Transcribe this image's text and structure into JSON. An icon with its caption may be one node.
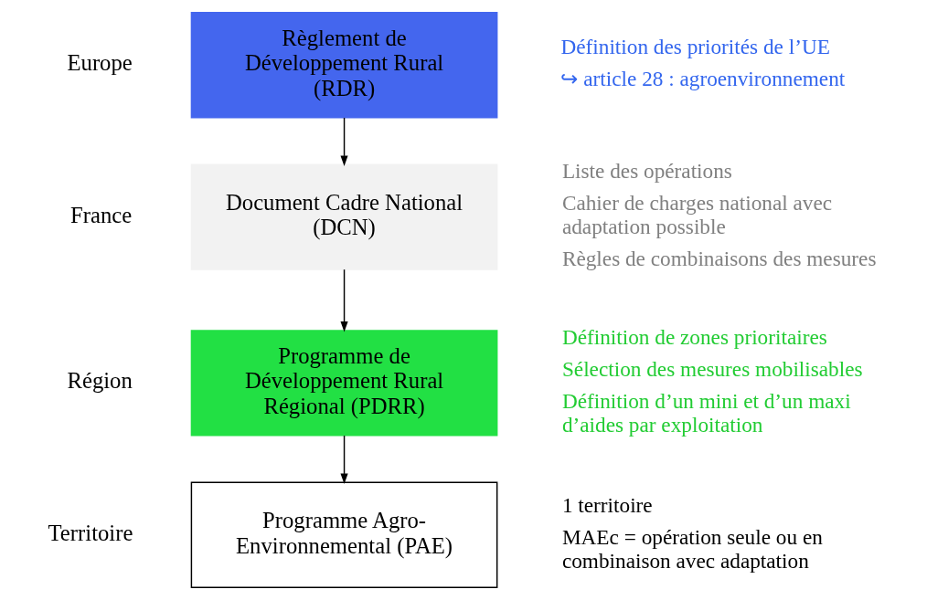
{
  "diagram": {
    "nodes": [
      {
        "text": [
          "Règlement de Développement Rural (RDR)"
        ],
        "beside": [
          "Europe",
          "Définition des priorités de l’UE",
          "↪ article 28 : agroenvironnement"
        ]
      },
      {
        "text": [
          "Document Cadre National (DCN)"
        ],
        "beside": [
          "France",
          "Liste des opérations",
          "Cahier de charges national avec adaptation possible",
          "Règles de combinaisons des mesures"
        ]
      },
      {
        "text": [
          "Programme de Développement Rural Régional (PDRR)"
        ],
        "beside": [
          "Région",
          "Définition de zones prioritaires",
          "Sélection des mesures mobilisables",
          "Définition d’un mini et d’un maxi d’aides par exploitation"
        ]
      },
      {
        "text": [
          "Programme Agro-Environnemental (PAE)"
        ],
        "beside": [
          "Territoire",
          "1 territoire",
          "MAEc = opération seule ou en combinaison avec adaptation"
        ]
      }
    ],
    "edges": [
      {
        "from": 0,
        "to": 1,
        "arrow": "to"
      },
      {
        "from": 1,
        "to": 2,
        "arrow": "to"
      },
      {
        "from": 2,
        "to": 3,
        "arrow": "to"
      }
    ]
  }
}
